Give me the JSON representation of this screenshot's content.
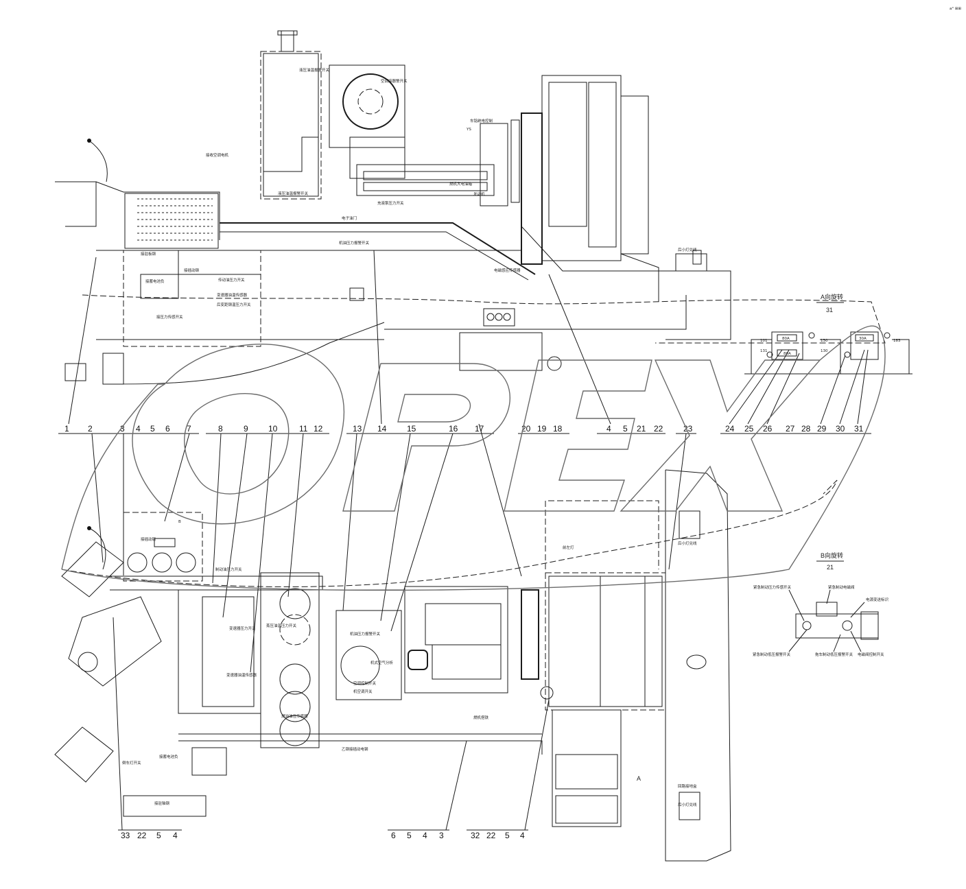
{
  "corner_mark": "a° ⊞⊞",
  "watermark": "OPEX",
  "top_view": {
    "callouts_top": [
      "液压油温报警开关",
      "空调接器警开关",
      "车铭统电控制",
      "YS",
      "燃机大电油箱",
      "发动机",
      "电子油门",
      "液压油温报警开关",
      "接收空调电机",
      "后小灯兑线",
      "电磁感应传感器",
      "机油压力报警开关",
      "充液泵压力开关"
    ],
    "callouts_left": [
      "接驻板钢",
      "接插动钢",
      "传动油压力开关",
      "接蓄电池负",
      "变速器油温传感器",
      "接压力传感开关",
      "后变距钢温压力开关"
    ],
    "view_a": {
      "title": "A向旋转",
      "scale": "31",
      "fuse_left": "80A",
      "fuse_left_b": "80A",
      "fuse_right": "30A",
      "wires": [
        "101",
        "131",
        "130",
        "130",
        "183"
      ]
    }
  },
  "part_numbers_upper": [
    "1",
    "2",
    "3",
    "4",
    "5",
    "6",
    "7",
    "8",
    "9",
    "10",
    "11",
    "12",
    "13",
    "14",
    "15",
    "16",
    "17",
    "20",
    "19",
    "18",
    "4",
    "5",
    "21",
    "22",
    "23",
    "24",
    "25",
    "26",
    "27",
    "28",
    "29",
    "30",
    "31"
  ],
  "bottom_view": {
    "callouts": [
      "B",
      "接插动钢",
      "制动油压力开关",
      "变速器压力开关",
      "变速器油温传感器",
      "蒸压油温压力开关",
      "机油压力报警开关",
      "燃油油位传感器",
      "机式空气分析",
      "机空调开关",
      "空调控制开关",
      "后小灯兑线",
      "前左灯",
      "后小灯兑线",
      "A",
      "回路接地盒",
      "燃机搭铁",
      "接驻轴钢",
      "乙钢接插动电钢",
      "倒车灯开关",
      "接蓄电池负"
    ],
    "view_b": {
      "title": "B向旋转",
      "scale": "21",
      "labels": [
        "紧急制动压力传感开关",
        "紧急制动电磁阀",
        "电源变送标识",
        "紧急制动低压报警开关",
        "拖车制动低压报警开关",
        "电磁阀控制开关"
      ]
    }
  },
  "part_numbers_lower": [
    "33",
    "22",
    "5",
    "4",
    "6",
    "5",
    "4",
    "3",
    "32",
    "22",
    "5",
    "4"
  ]
}
